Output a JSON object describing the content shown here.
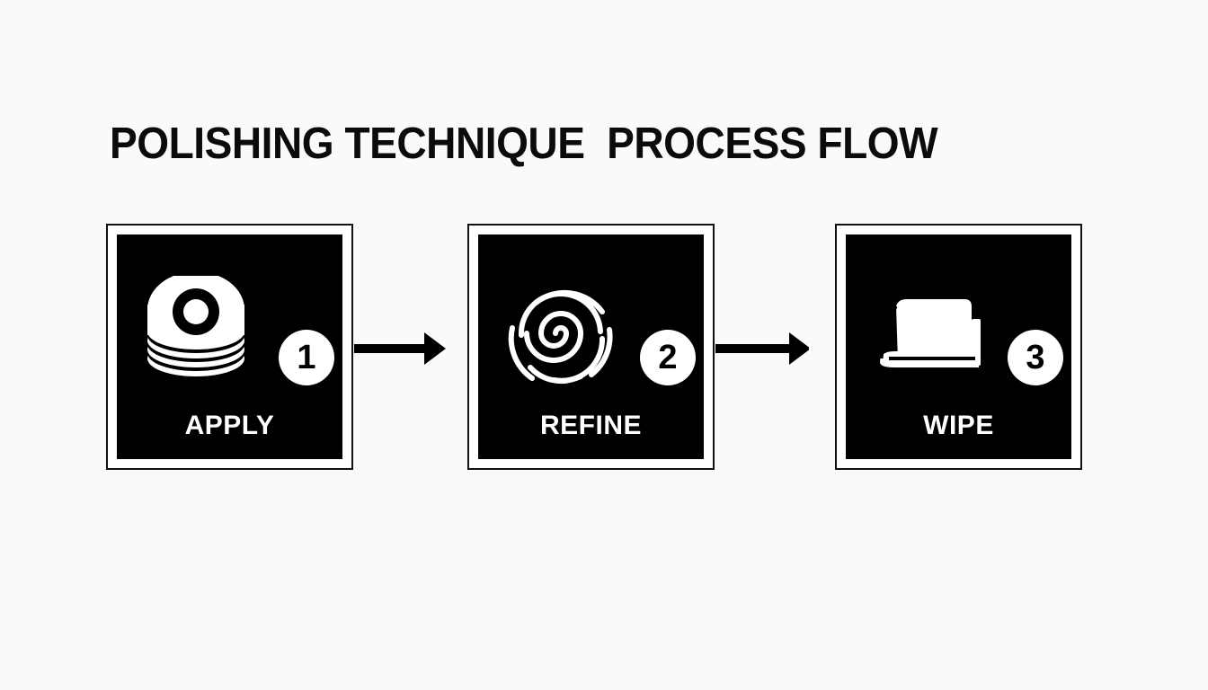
{
  "title": "POLISHING TECHNIQUE  PROCESS FLOW",
  "steps": [
    {
      "number": "1",
      "label": "APPLY",
      "icon": "polish-pad-stack-icon"
    },
    {
      "number": "2",
      "label": "REFINE",
      "icon": "swirl-fingerprint-icon"
    },
    {
      "number": "3",
      "label": "WIPE",
      "icon": "folded-cloth-icon"
    }
  ],
  "colors": {
    "panel": "#000000",
    "frame": "#111111",
    "background": "#fafafa",
    "text_on_panel": "#ffffff"
  }
}
